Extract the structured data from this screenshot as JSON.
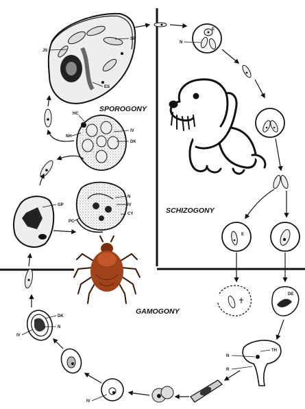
{
  "stages": {
    "sporogony": "SPOROGONY",
    "schizogony": "SCHIZOGONY",
    "gamogony": "GAMOGONY"
  },
  "labels": {
    "js": "JS",
    "sp": "SP",
    "es": "ES",
    "hc": "HC",
    "nh": "NH",
    "iv_spor": "IV",
    "dk_spor": "DK",
    "n_cyst": "N",
    "iv_cyst": "IV",
    "cy": "CY",
    "pc": "PC",
    "gp": "GP",
    "e_top": "E",
    "n_top": "N",
    "e_schizont": "E",
    "de": "DE",
    "th": "TH",
    "n_bottom": "N",
    "r": "R",
    "dk_gam": "DK",
    "iv_gam": "IV",
    "n_gam": "N",
    "iv_bottom": "IV"
  },
  "icons": {
    "dog": "dog-illustration",
    "tick": "tick-illustration"
  },
  "colors": {
    "tick_body": "#a0421a",
    "tick_shadow": "#6e2a0c",
    "ink": "#111111",
    "cell_fill": "#f2f2f2"
  }
}
